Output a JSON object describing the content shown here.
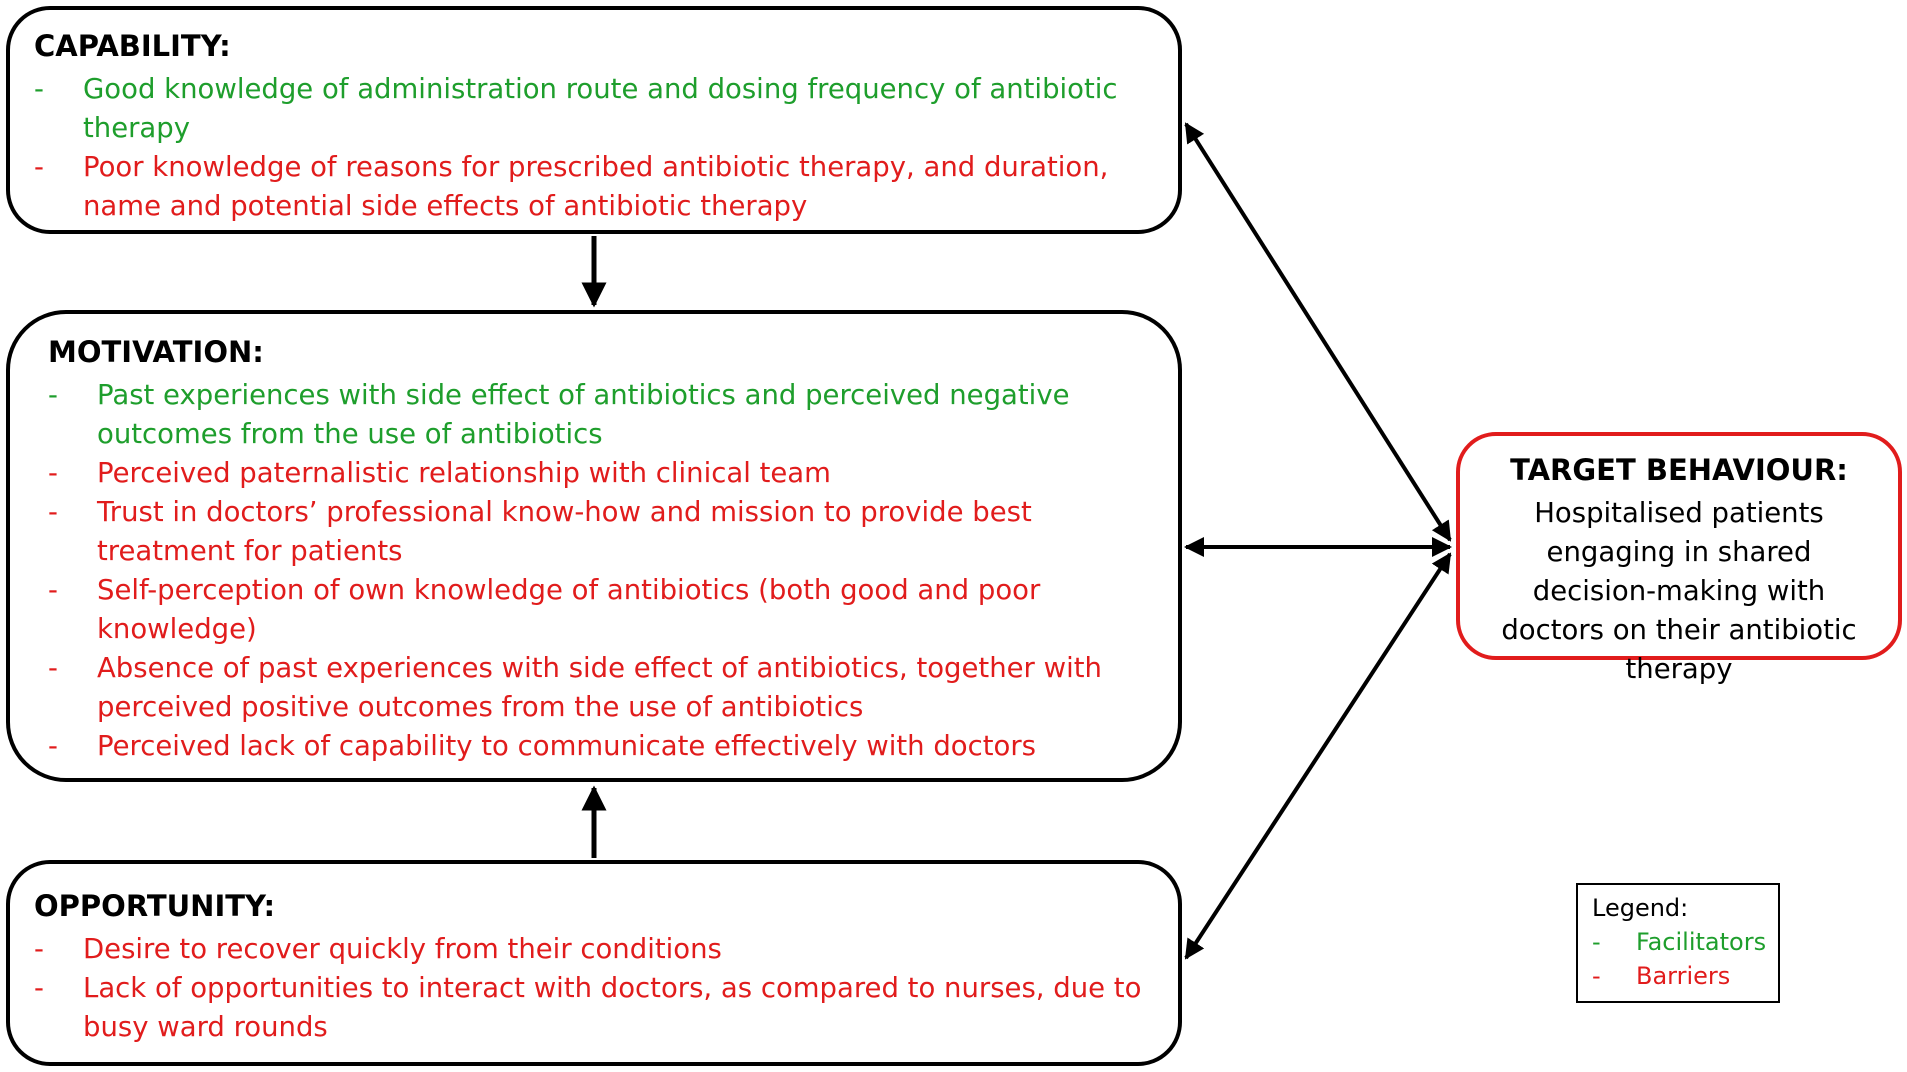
{
  "capability": {
    "title": "CAPABILITY:",
    "items": [
      {
        "type": "facilitator",
        "dash": "-",
        "text": "Good knowledge of administration route and dosing frequency of antibiotic therapy"
      },
      {
        "type": "barrier",
        "dash": "-",
        "text": "Poor knowledge of reasons for prescribed antibiotic therapy, and duration, name and potential side effects of antibiotic therapy"
      }
    ]
  },
  "motivation": {
    "title": "MOTIVATION:",
    "items": [
      {
        "type": "facilitator",
        "dash": "-",
        "text": "Past experiences with side effect of antibiotics and perceived negative outcomes from the use of antibiotics"
      },
      {
        "type": "barrier",
        "dash": "-",
        "text": "Perceived paternalistic relationship with clinical team"
      },
      {
        "type": "barrier",
        "dash": "-",
        "text": "Trust in doctors’ professional know-how and mission to provide best treatment for patients"
      },
      {
        "type": "barrier",
        "dash": "-",
        "text": "Self-perception of own knowledge of antibiotics (both good and poor knowledge)"
      },
      {
        "type": "barrier",
        "dash": "-",
        "text": "Absence of past experiences with side effect of antibiotics, together with perceived positive outcomes from the use of antibiotics"
      },
      {
        "type": "barrier",
        "dash": "-",
        "text": "Perceived lack of capability to communicate effectively with doctors"
      }
    ]
  },
  "opportunity": {
    "title": "OPPORTUNITY:",
    "items": [
      {
        "type": "barrier",
        "dash": "-",
        "text": "Desire to recover quickly from their conditions"
      },
      {
        "type": "barrier",
        "dash": "-",
        "text": "Lack of opportunities to interact with doctors, as compared to nurses, due to busy ward rounds"
      }
    ]
  },
  "target": {
    "title": "TARGET BEHAVIOUR:",
    "text": "Hospitalised patients engaging in shared decision-making with doctors on their antibiotic therapy"
  },
  "legend": {
    "title": "Legend:",
    "items": [
      {
        "type": "facilitator",
        "dash": "-",
        "text": "Facilitators"
      },
      {
        "type": "barrier",
        "dash": "-",
        "text": "Barriers"
      }
    ]
  },
  "colors": {
    "facilitator": "#1e9e2c",
    "barrier": "#e11c1c",
    "target_border": "#e11c1c",
    "box_border": "#000000"
  }
}
